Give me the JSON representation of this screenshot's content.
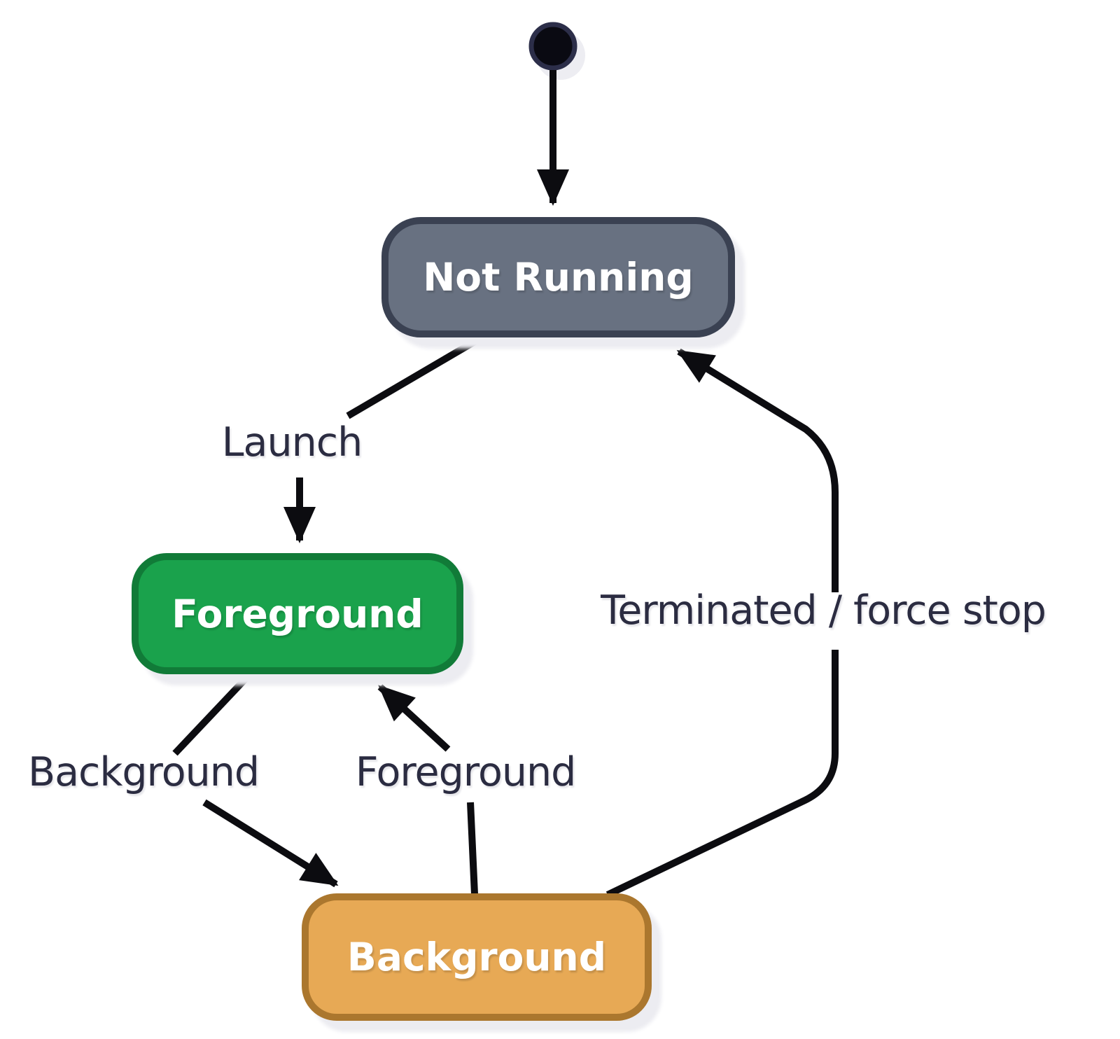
{
  "diagram": {
    "type": "state-diagram",
    "background_color": "#ffffff",
    "arrow_color": "#0c0c10",
    "edge_label_color": "#2b2c41",
    "initial_state": {
      "name": "initial-state",
      "shape": "filled-circle",
      "fill": "#0a0a12",
      "ring_color": "#2c2e49"
    },
    "nodes": [
      {
        "id": "not-running",
        "label": "Not Running",
        "fill": "#687181",
        "border": "#3a4152",
        "text_color": "#ffffff"
      },
      {
        "id": "foreground",
        "label": "Foreground",
        "fill": "#1aa24c",
        "border": "#117b38",
        "text_color": "#ffffff"
      },
      {
        "id": "background",
        "label": "Background",
        "fill": "#e7a955",
        "border": "#ab772e",
        "text_color": "#ffffff"
      }
    ],
    "edges": [
      {
        "from": "initial",
        "to": "not-running",
        "label": ""
      },
      {
        "from": "not-running",
        "to": "foreground",
        "label": "Launch"
      },
      {
        "from": "foreground",
        "to": "background",
        "label": "Background"
      },
      {
        "from": "background",
        "to": "foreground",
        "label": "Foreground"
      },
      {
        "from": "background",
        "to": "not-running",
        "label": "Terminated / force stop"
      }
    ]
  }
}
